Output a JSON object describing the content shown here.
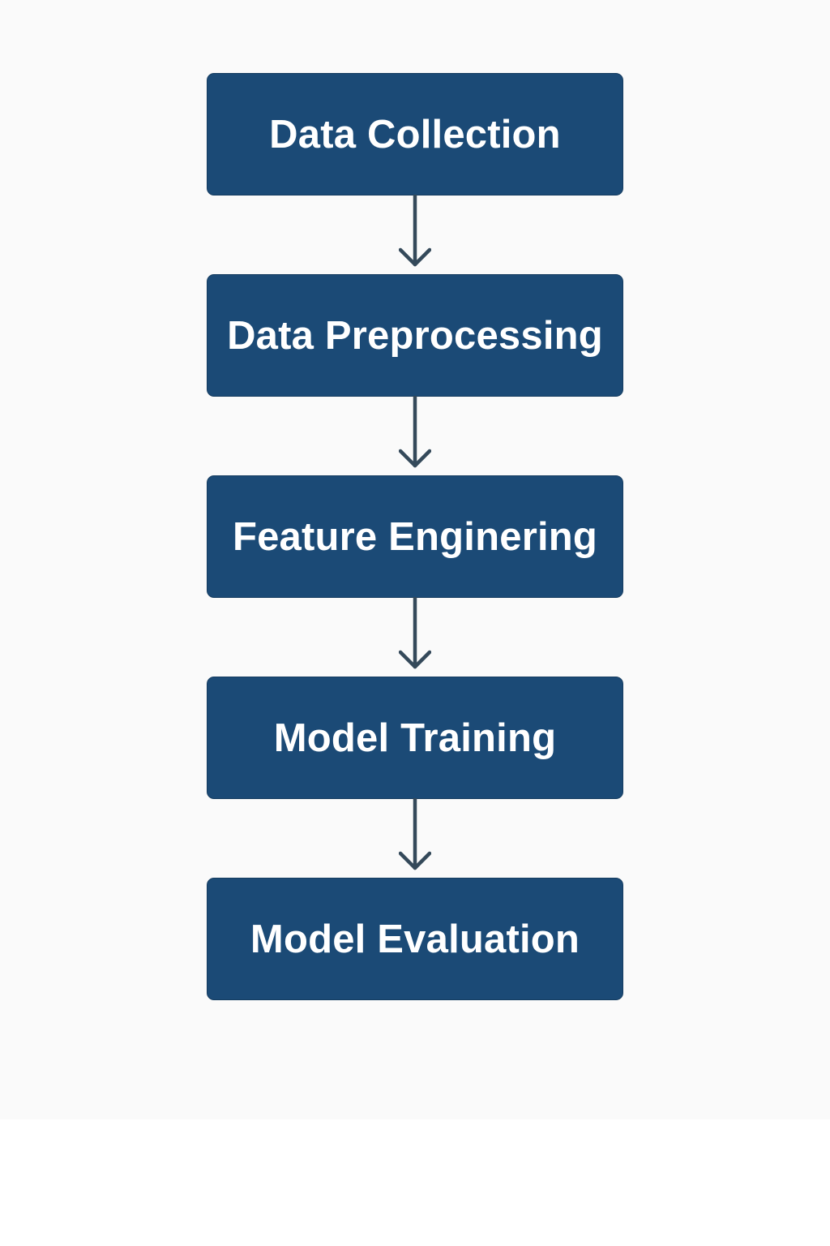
{
  "diagram": {
    "steps": [
      {
        "label": "Data Collection"
      },
      {
        "label": "Data Preprocessing"
      },
      {
        "label": "Feature Enginering"
      },
      {
        "label": "Model Training"
      },
      {
        "label": "Model Evaluation"
      }
    ],
    "colors": {
      "box_fill": "#1b4a76",
      "box_text": "#ffffff",
      "arrow": "#34495a",
      "background": "#fafafa"
    }
  }
}
